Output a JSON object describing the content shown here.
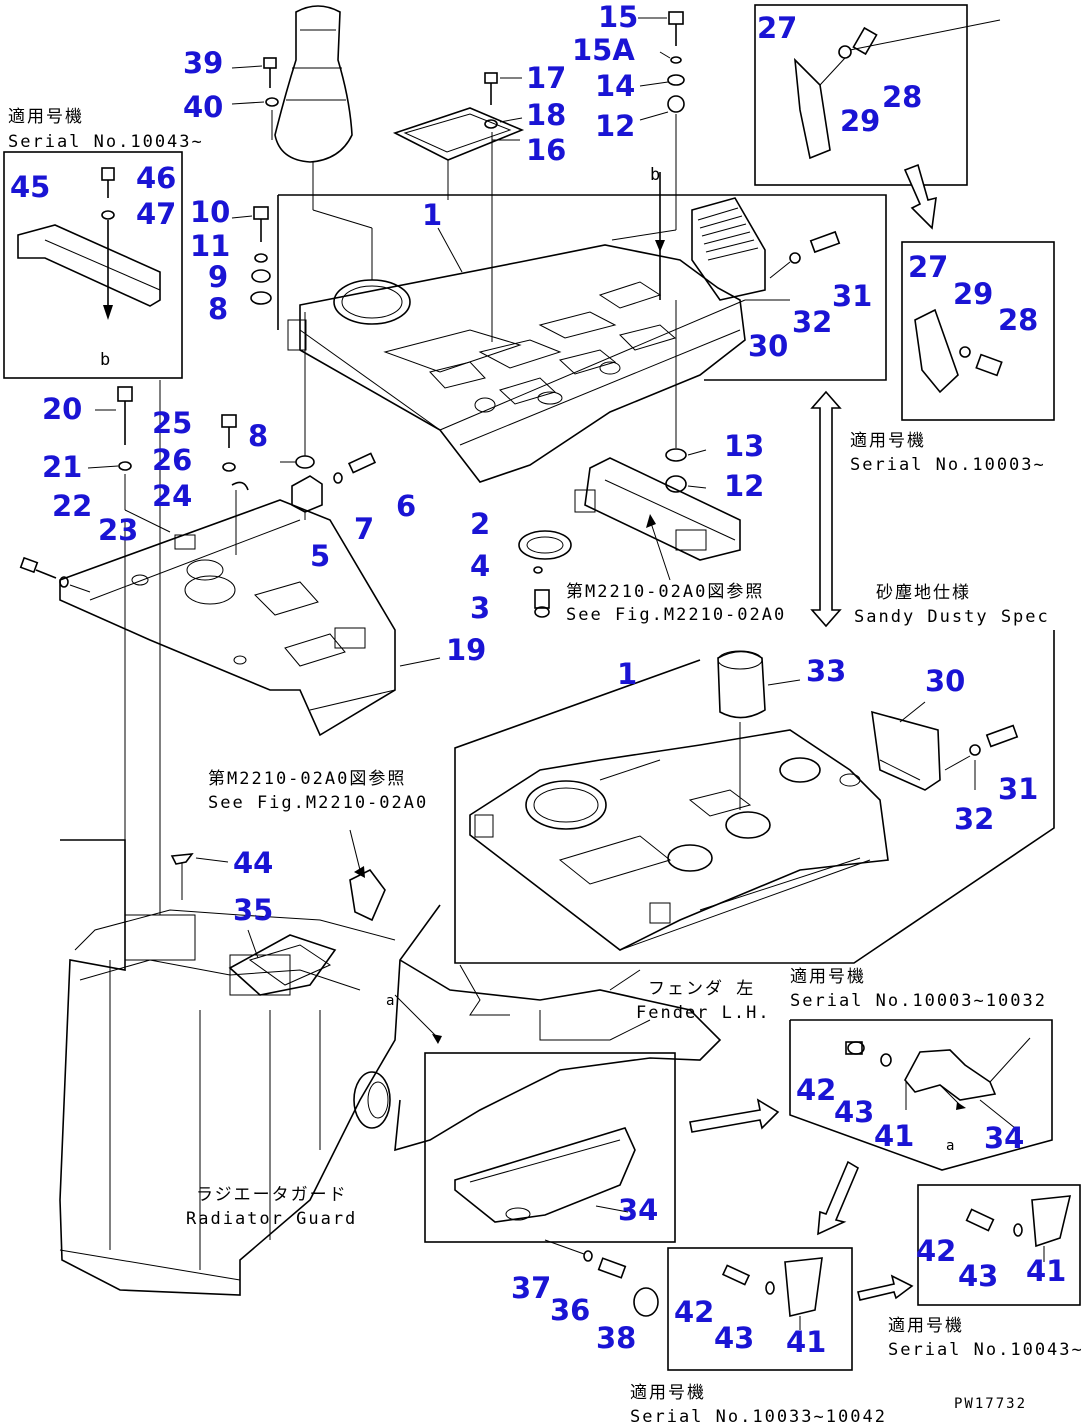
{
  "notes": {
    "serial_10043_jp": "適用号機",
    "serial_10043_en": "Serial No.10043~",
    "serial_10003_jp": "適用号機",
    "serial_10003_en": "Serial No.10003~",
    "see_fig_top_jp": "第M2210-02A0図参照",
    "see_fig_top_en": "See Fig.M2210-02A0",
    "see_fig_mid_jp": "第M2210-02A0図参照",
    "see_fig_mid_en": "See Fig.M2210-02A0",
    "sandy_jp": "砂塵地仕様",
    "sandy_en": "Sandy Dusty Spec",
    "fender_jp": "フェンダ 左",
    "fender_en": "Fender L.H.",
    "serial_10003_10032_jp": "適用号機",
    "serial_10003_10032_en": "Serial No.10003~10032",
    "serial_10043b_jp": "適用号機",
    "serial_10043b_en": "Serial No.10043~",
    "serial_10033_10042_jp": "適用号機",
    "serial_10033_10042_en": "Serial No.10033~10042",
    "radiator_jp": "ラジエータガード",
    "radiator_en": "Radiator Guard",
    "drawing_code": "PW17732",
    "b_label_top": "b",
    "b_label_left": "b",
    "a_label_1": "a",
    "a_label_2": "a"
  },
  "callouts": {
    "c15": "15",
    "c15A": "15A",
    "c14": "14",
    "c12a": "12",
    "c17": "17",
    "c18": "18",
    "c16": "16",
    "c39": "39",
    "c40": "40",
    "c27a": "27",
    "c28a": "28",
    "c29a": "29",
    "c27b": "27",
    "c28b": "28",
    "c29b": "29",
    "c45": "45",
    "c46": "46",
    "c47": "47",
    "c10": "10",
    "c11": "11",
    "c9": "9",
    "c8a": "8",
    "c1a": "1",
    "c30a": "30",
    "c31a": "31",
    "c32a": "32",
    "c20": "20",
    "c21": "21",
    "c22": "22",
    "c23": "23",
    "c25": "25",
    "c26": "26",
    "c24": "24",
    "c8b": "8",
    "c5": "5",
    "c6": "6",
    "c7": "7",
    "c13": "13",
    "c12b": "12",
    "c2": "2",
    "c4": "4",
    "c3": "3",
    "c19": "19",
    "c1b": "1",
    "c33": "33",
    "c30b": "30",
    "c31b": "31",
    "c32b": "32",
    "c44": "44",
    "c35": "35",
    "c42a": "42",
    "c43a": "43",
    "c41a": "41",
    "c34a": "34",
    "c42b": "42",
    "c43b": "43",
    "c41b": "41",
    "c42c": "42",
    "c43c": "43",
    "c41c": "41",
    "c34b": "34",
    "c37": "37",
    "c36": "36",
    "c38": "38"
  }
}
